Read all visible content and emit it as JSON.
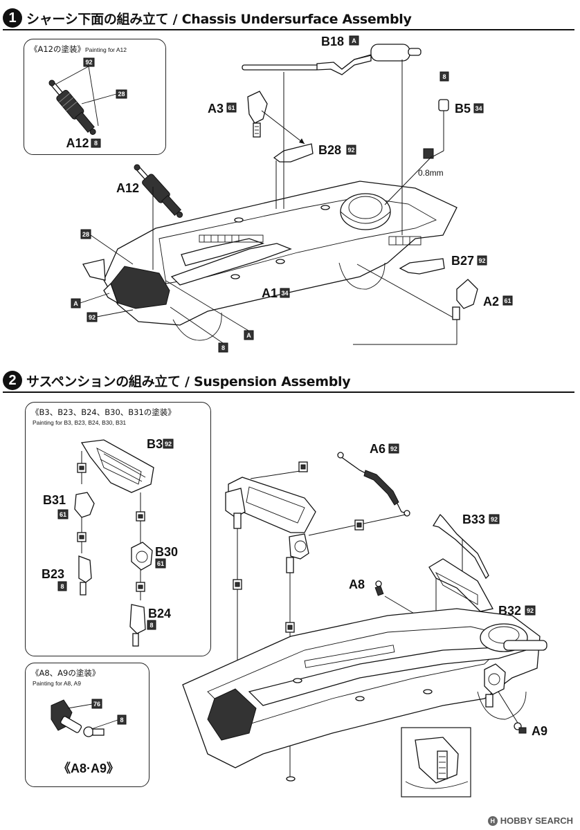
{
  "step1": {
    "number": "1",
    "title": "シャーシ下面の組み立て / Chassis Undersurface Assembly",
    "inset": {
      "title": "《A12の塗装》",
      "subtitle": "Painting for A12",
      "part_label": "A12",
      "codes": [
        "92",
        "28",
        "8"
      ]
    },
    "labels": {
      "a12": "A12",
      "b18": "B18",
      "b18_code": "A",
      "a3": "A3",
      "a3_code": "61",
      "b28": "B28",
      "b28_code": "92",
      "b5": "B5",
      "b5_code": "34",
      "b5_top_code": "8",
      "measure": "0.8mm",
      "b27": "B27",
      "b27_code": "92",
      "a1": "A1",
      "a1_code": "34",
      "a2": "A2",
      "a2_code": "61",
      "code_28": "28",
      "code_a_left": "A",
      "code_92": "92",
      "code_8": "8",
      "code_a_right": "A"
    }
  },
  "step2": {
    "number": "2",
    "title": "サスペンションの組み立て / Suspension Assembly",
    "inset1": {
      "title": "《B3、B23、B24、B30、B31の塗装》",
      "subtitle": "Painting for B3, B23, B24, B30, B31",
      "labels": {
        "b3": "B3",
        "b3_code": "92",
        "b31": "B31",
        "b31_code": "61",
        "b30": "B30",
        "b30_code": "61",
        "b23": "B23",
        "b23_code": "8",
        "b24": "B24",
        "b24_code": "8"
      }
    },
    "inset2": {
      "title": "《A8、A9の塗装》",
      "subtitle": "Painting for A8, A9",
      "part_label": "《A8·A9》",
      "codes": [
        "76",
        "8"
      ]
    },
    "labels": {
      "a6": "A6",
      "a6_code": "92",
      "b33": "B33",
      "b33_code": "92",
      "a8": "A8",
      "b32": "B32",
      "b32_code": "92",
      "a9": "A9"
    }
  },
  "watermark": "HOBBY SEARCH"
}
